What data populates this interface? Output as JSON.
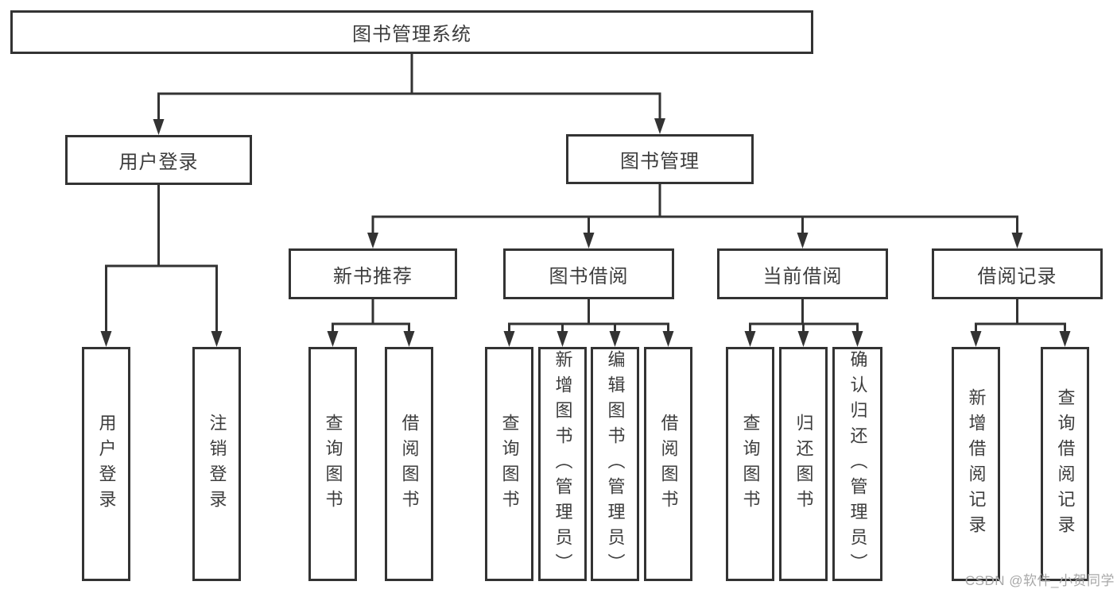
{
  "diagram": {
    "title": "图书管理系统",
    "type": "functional-structure-tree"
  },
  "nodes": [
    {
      "id": "root",
      "label": "图书管理系统",
      "level": 0,
      "parent": null,
      "text_direction": "horizontal"
    },
    {
      "id": "user-login",
      "label": "用户登录",
      "level": 1,
      "parent": "root",
      "text_direction": "horizontal"
    },
    {
      "id": "book-management",
      "label": "图书管理",
      "level": 1,
      "parent": "root",
      "text_direction": "horizontal"
    },
    {
      "id": "new-book-recommend",
      "label": "新书推荐",
      "level": 2,
      "parent": "book-management",
      "text_direction": "horizontal"
    },
    {
      "id": "book-borrow",
      "label": "图书借阅",
      "level": 2,
      "parent": "book-management",
      "text_direction": "horizontal"
    },
    {
      "id": "current-borrow",
      "label": "当前借阅",
      "level": 2,
      "parent": "book-management",
      "text_direction": "horizontal"
    },
    {
      "id": "borrow-records",
      "label": "借阅记录",
      "level": 2,
      "parent": "book-management",
      "text_direction": "horizontal"
    },
    {
      "id": "leaf-user-login",
      "label": "用户登录",
      "level": 3,
      "parent": "user-login",
      "text_direction": "vertical"
    },
    {
      "id": "leaf-logout",
      "label": "注销登录",
      "level": 3,
      "parent": "user-login",
      "text_direction": "vertical"
    },
    {
      "id": "leaf-query-book-1",
      "label": "查询图书",
      "level": 3,
      "parent": "new-book-recommend",
      "text_direction": "vertical"
    },
    {
      "id": "leaf-borrow-book-1",
      "label": "借阅图书",
      "level": 3,
      "parent": "new-book-recommend",
      "text_direction": "vertical"
    },
    {
      "id": "leaf-query-book-2",
      "label": "查询图书",
      "level": 3,
      "parent": "book-borrow",
      "text_direction": "vertical"
    },
    {
      "id": "leaf-add-book",
      "label": "新增图书（管理员）",
      "level": 3,
      "parent": "book-borrow",
      "text_direction": "vertical"
    },
    {
      "id": "leaf-edit-book",
      "label": "编辑图书（管理员）",
      "level": 3,
      "parent": "book-borrow",
      "text_direction": "vertical"
    },
    {
      "id": "leaf-borrow-book-2",
      "label": "借阅图书",
      "level": 3,
      "parent": "book-borrow",
      "text_direction": "vertical"
    },
    {
      "id": "leaf-query-book-3",
      "label": "查询图书",
      "level": 3,
      "parent": "current-borrow",
      "text_direction": "vertical"
    },
    {
      "id": "leaf-return-book",
      "label": "归还图书",
      "level": 3,
      "parent": "current-borrow",
      "text_direction": "vertical"
    },
    {
      "id": "leaf-confirm-return",
      "label": "确认归还（管理员）",
      "level": 3,
      "parent": "current-borrow",
      "text_direction": "vertical"
    },
    {
      "id": "leaf-add-record",
      "label": "新增借阅记录",
      "level": 3,
      "parent": "borrow-records",
      "text_direction": "vertical"
    },
    {
      "id": "leaf-query-record",
      "label": "查询借阅记录",
      "level": 3,
      "parent": "borrow-records",
      "text_direction": "vertical"
    }
  ],
  "watermark": {
    "text": "CSDN @软件_小贺同学"
  },
  "colors": {
    "line": "#333333",
    "box_border": "#333333",
    "box_fill": "#ffffff",
    "label_text": "#3d3d3d",
    "watermark_text": "#a8a8a8",
    "background": "#ffffff"
  }
}
